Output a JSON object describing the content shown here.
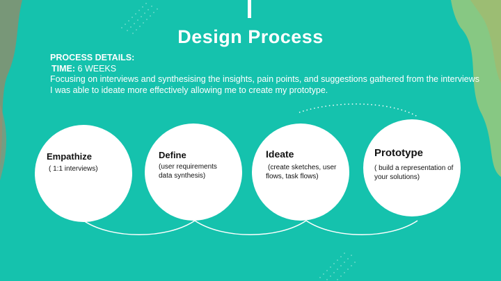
{
  "slide": {
    "title": "Design Process",
    "details_heading": "PROCESS DETAILS:",
    "time_label": "TIME:",
    "time_value": "6 WEEKS",
    "description": "Focusing on interviews and synthesising the insights, pain points, and suggestions gathered from the interviews I was able to ideate more effectively allowing me to create my prototype."
  },
  "steps": [
    {
      "title": "Empathize",
      "subtitle": "( 1:1 interviews)"
    },
    {
      "title": "Define",
      "subtitle": "(user requirements data synthesis)"
    },
    {
      "title": "Ideate",
      "subtitle": "(create sketches, user flows, task flows)"
    },
    {
      "title": "Prototype",
      "subtitle": "( build a representation of your solutions)"
    }
  ],
  "colors": {
    "background": "#15c2ad",
    "circle": "#ffffff",
    "text": "#ffffff",
    "left_blob": "#8a8f6e",
    "right_blob": "#93c97e"
  }
}
